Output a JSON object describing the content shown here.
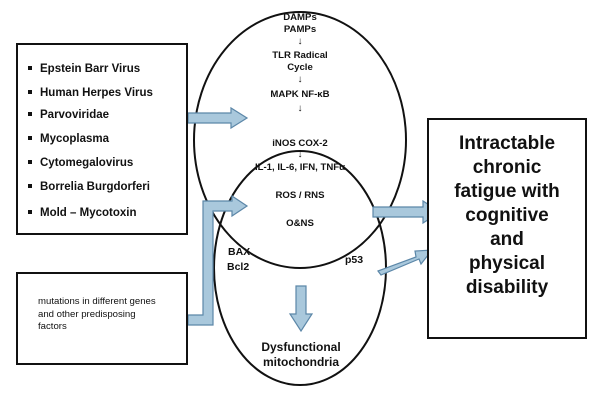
{
  "pathogens": {
    "items": [
      "Epstein Barr Virus",
      "Human Herpes Virus",
      "Parvoviridae",
      "Mycoplasma",
      "Cytomegalovirus",
      "Borrelia Burgdorferi",
      "Mold – Mycotoxin"
    ]
  },
  "mutations": {
    "text": "mutations in different genes and other predisposing factors"
  },
  "upper_circle": {
    "damps": "DAMPs",
    "pamps": "PAMPs",
    "tlr1": "TLR Radical",
    "tlr2": "Cycle",
    "mapk": "MAPK  NF-κB",
    "arrow_glyph": "↓"
  },
  "overlap": {
    "inos": "iNOS   COX-2",
    "cytokines": "IL-1, IL-6, IFN, TNFα",
    "ros": "ROS / RNS",
    "onoo": "O&NS",
    "arrow_glyph": "↓"
  },
  "lower_circle": {
    "bax": "BAX",
    "bcl2": "Bcl2",
    "p53": "p53",
    "dysfunctional": "Dysfunctional",
    "mitochondria": "mitochondria"
  },
  "outcome": {
    "lines": [
      "Intractable",
      "chronic",
      "fatigue with",
      "cognitive",
      "and",
      "physical",
      "disability"
    ]
  },
  "colors": {
    "arrow_fill": "#a9c8dc",
    "arrow_stroke": "#5c87a8",
    "line": "#111111"
  }
}
